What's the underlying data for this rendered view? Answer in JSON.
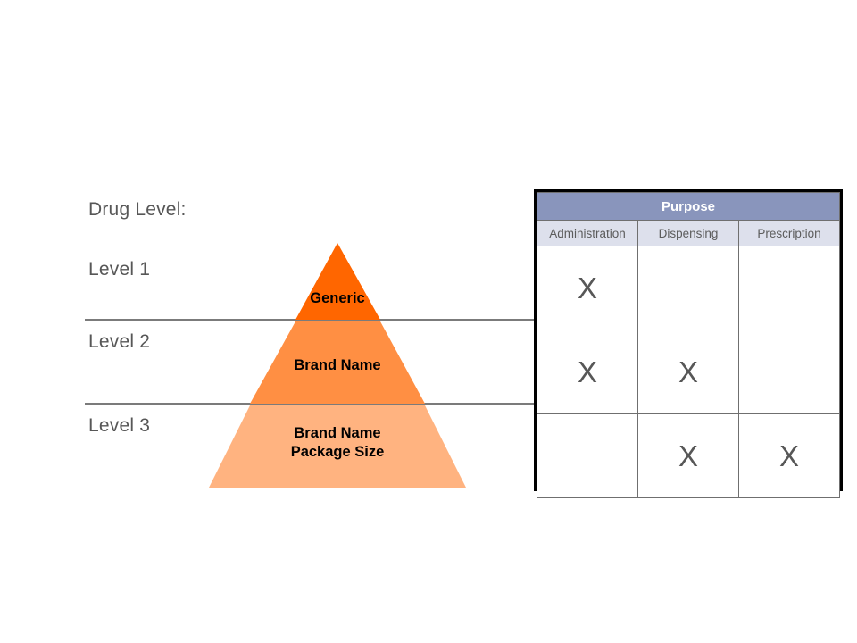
{
  "diagram": {
    "title_label": "Drug Level:",
    "levels": [
      {
        "label": "Level 1"
      },
      {
        "label": "Level 2"
      },
      {
        "label": "Level 3"
      }
    ],
    "pyramid": {
      "tiers": [
        {
          "name": "tier-top",
          "color": "#FF6600",
          "lines": [
            "Generic"
          ]
        },
        {
          "name": "tier-middle",
          "color": "#FF8F43",
          "lines": [
            "Brand Name"
          ]
        },
        {
          "name": "tier-bottom",
          "color": "#FFB380",
          "lines": [
            "Brand Name",
            "Package Size"
          ]
        }
      ]
    },
    "table": {
      "group_header": "Purpose",
      "columns": [
        "Administration",
        "Dispensing",
        "Prescription"
      ],
      "header_color": "#8995BC",
      "subheader_color": "#DDE0EC",
      "rows": [
        {
          "level": "Level 1",
          "cells": [
            "X",
            "",
            ""
          ]
        },
        {
          "level": "Level 2",
          "cells": [
            "X",
            "X",
            ""
          ]
        },
        {
          "level": "Level 3",
          "cells": [
            "",
            "X",
            "X"
          ]
        }
      ]
    }
  }
}
